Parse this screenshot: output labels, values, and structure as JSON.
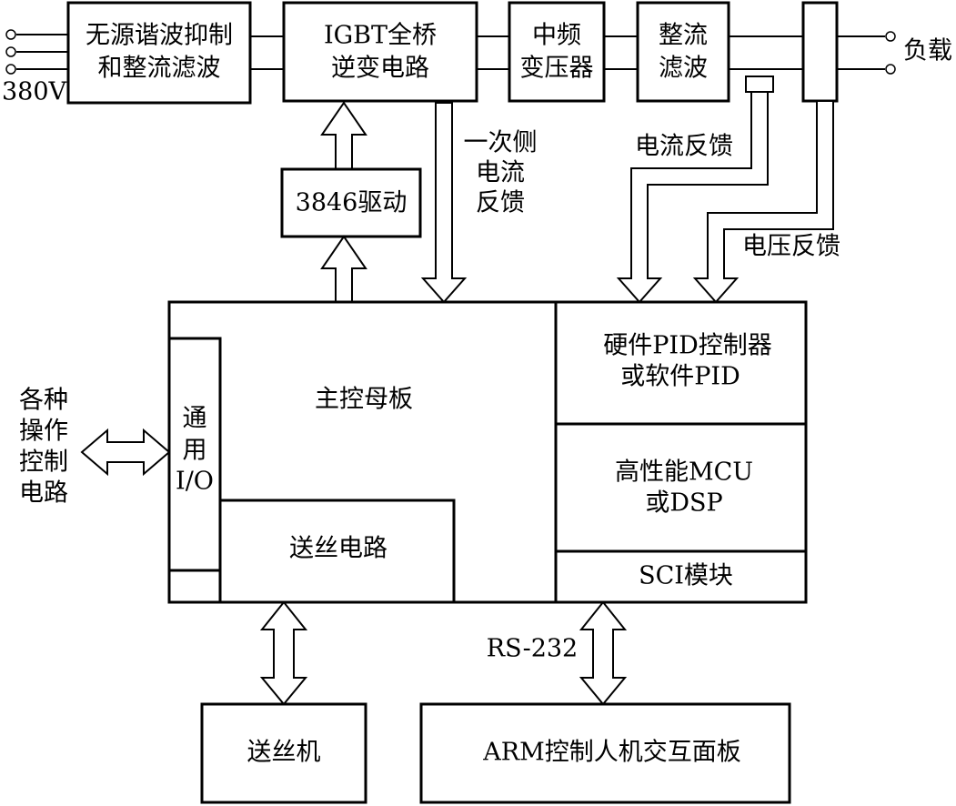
{
  "blocks": {
    "passive_filter": [
      "无源谐波抑制",
      "和整流滤波"
    ],
    "igbt": [
      "IGBT全桥",
      "逆变电路"
    ],
    "transformer": [
      "中频",
      "变压器"
    ],
    "rectifier": [
      "整流",
      "滤波"
    ],
    "driver": "3846驱动",
    "main_board": "主控母板",
    "io": [
      "通",
      "用",
      "I/O"
    ],
    "wire_feed_circuit": "送丝电路",
    "pid": [
      "硬件PID控制器",
      "或软件PID"
    ],
    "mcu": [
      "高性能MCU",
      "或DSP"
    ],
    "sci": "SCI模块",
    "wire_feeder": "送丝机",
    "arm_panel": "ARM控制人机交互面板"
  },
  "labels": {
    "input_voltage": "380V",
    "load": "负载",
    "primary_feedback": [
      "一次侧",
      "电流",
      "反馈"
    ],
    "current_feedback": "电流反馈",
    "voltage_feedback": "电压反馈",
    "operation_circuits": [
      "各种",
      "操作",
      "控制",
      "电路"
    ],
    "rs232": "RS-232"
  }
}
